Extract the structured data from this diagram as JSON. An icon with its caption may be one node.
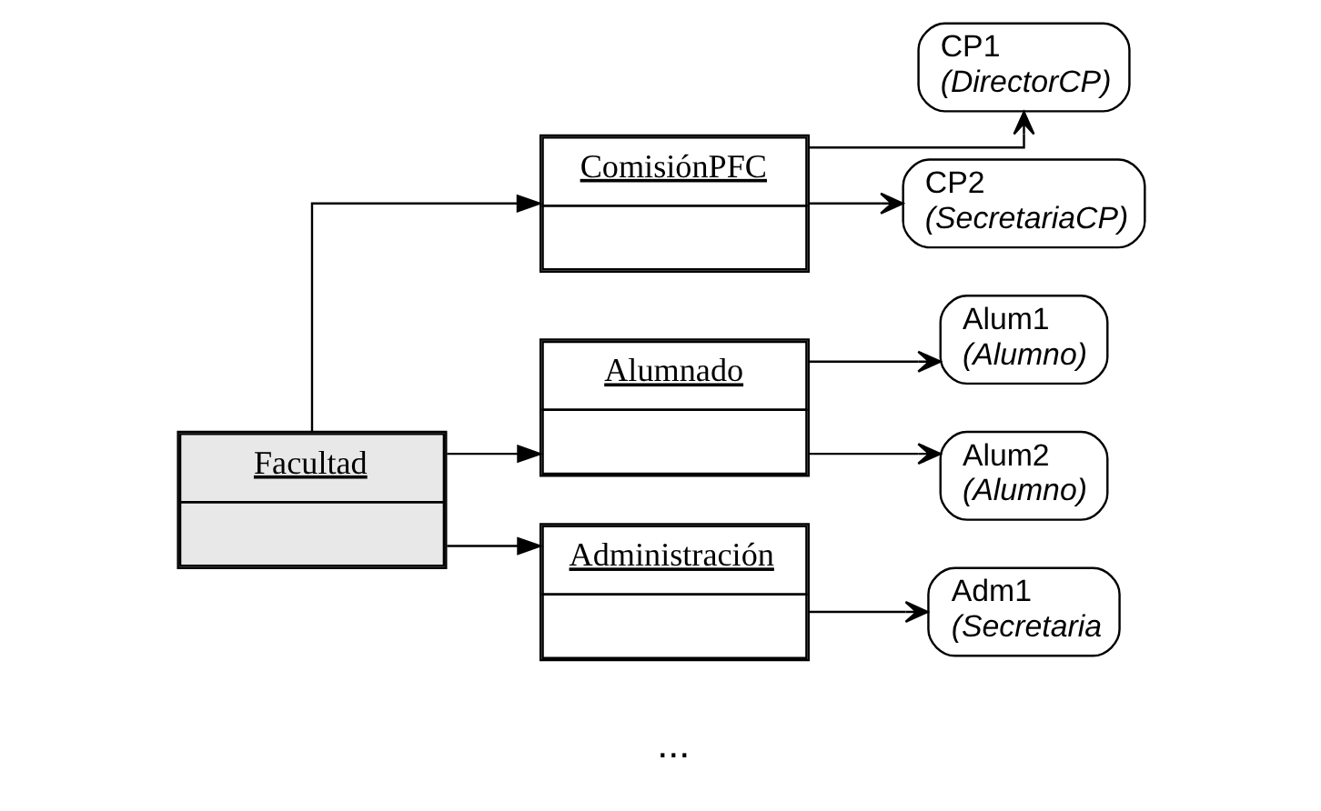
{
  "diagram": {
    "nodes": [
      {
        "text": [
          "Facultad"
        ]
      },
      {
        "text": [
          "ComisiónPFC"
        ]
      },
      {
        "text": [
          "CP1",
          "(DirectorCP)"
        ]
      },
      {
        "text": [
          "CP2",
          "(SecretariaCP)"
        ]
      },
      {
        "text": [
          "Alumnado"
        ]
      },
      {
        "text": [
          "Alum1",
          "(Alumno)"
        ]
      },
      {
        "text": [
          "Alum2",
          "(Alumno)"
        ]
      },
      {
        "text": [
          "Administración"
        ]
      },
      {
        "text": [
          "Adm1",
          "(Secretaria"
        ]
      }
    ],
    "edges": [
      {
        "from": 0,
        "to": 1,
        "arrow": "to"
      },
      {
        "from": 0,
        "to": 4,
        "arrow": "to"
      },
      {
        "from": 0,
        "to": 7,
        "arrow": "to"
      },
      {
        "from": 1,
        "to": 2,
        "arrow": "to"
      },
      {
        "from": 1,
        "to": 3,
        "arrow": "to"
      },
      {
        "from": 4,
        "to": 5,
        "arrow": "to"
      },
      {
        "from": 4,
        "to": 6,
        "arrow": "to"
      },
      {
        "from": 7,
        "to": 8,
        "arrow": "to"
      }
    ],
    "labels": [
      "..."
    ]
  }
}
